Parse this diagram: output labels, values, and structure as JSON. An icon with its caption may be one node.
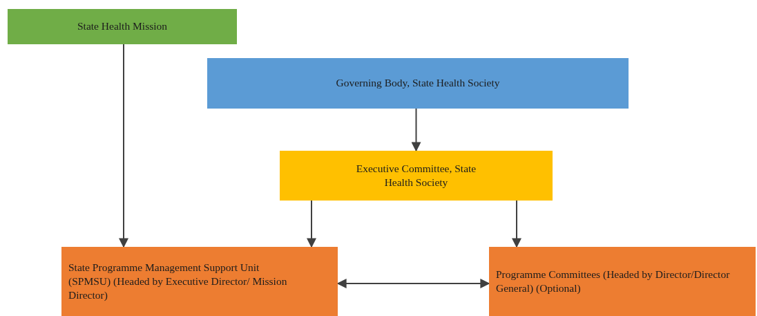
{
  "diagram": {
    "nodes": [
      {
        "text": [
          "State Health Mission"
        ]
      },
      {
        "text": [
          "Governing Body, State Health Society"
        ]
      },
      {
        "text": [
          "Executive Committee, State Health Society"
        ]
      },
      {
        "text": [
          "State Programme Management Support Unit (SPMSU) (Headed by Executive Director/ Mission Director)"
        ]
      },
      {
        "text": [
          "Programme Committees (Headed by Director/Director General) (Optional)"
        ]
      }
    ],
    "edges": [
      {
        "from": 0,
        "to": 3,
        "arrow": "to"
      },
      {
        "from": 1,
        "to": 2,
        "arrow": "to"
      },
      {
        "from": 2,
        "to": 3,
        "arrow": "to"
      },
      {
        "from": 2,
        "to": 4,
        "arrow": "to"
      },
      {
        "from": 3,
        "to": 4,
        "arrow": "both"
      }
    ]
  }
}
